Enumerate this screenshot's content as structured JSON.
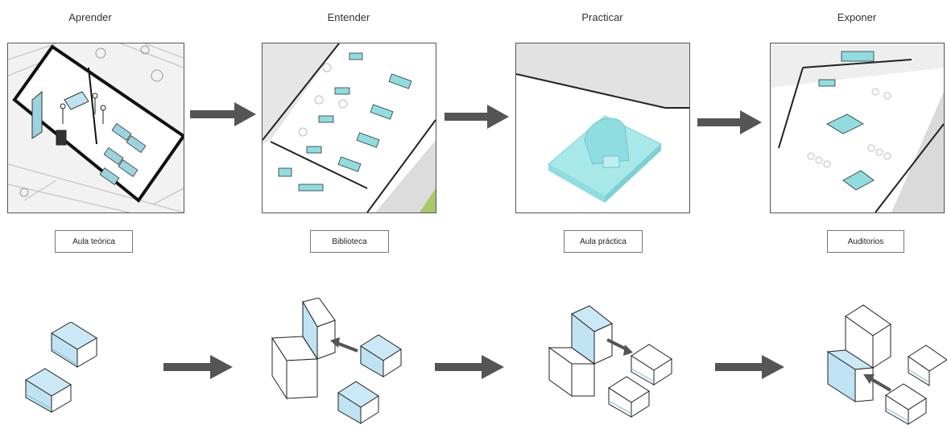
{
  "stages": [
    {
      "title": "Aprender",
      "label": "Aula teórica"
    },
    {
      "title": "Entender",
      "label": "Biblioteca"
    },
    {
      "title": "Practicar",
      "label": "Aula práctica"
    },
    {
      "title": "Exponer",
      "label": "Auditorios"
    }
  ],
  "colors": {
    "accent": "#bfe3f2",
    "accent_light": "#d6eef8",
    "cyan": "#8fdde0",
    "arrow": "#555555",
    "stroke": "#222222",
    "hatch": "#bbbbbb",
    "wall": "#e6e6e6"
  }
}
